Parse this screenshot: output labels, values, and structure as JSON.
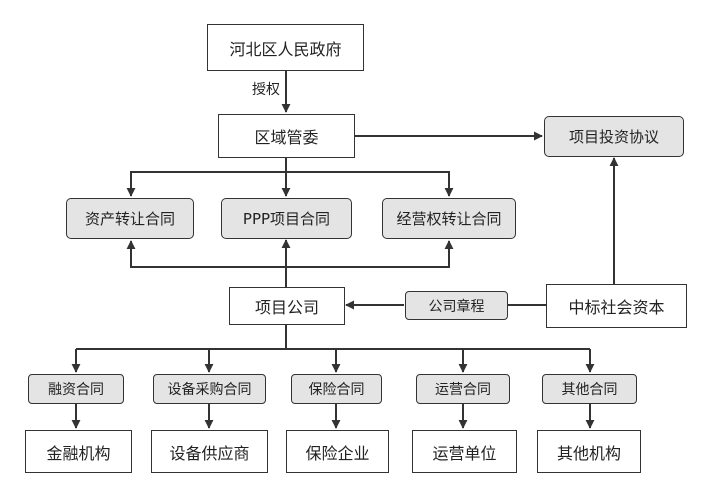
{
  "nodes": {
    "gov": "河北区人民政府",
    "committee": "区域管委",
    "investment_agreement": "项目投资协议",
    "asset_transfer": "资产转让合同",
    "ppp_contract": "PPP项目合同",
    "operation_right_transfer": "经营权转让合同",
    "project_company": "项目公司",
    "articles": "公司章程",
    "social_capital": "中标社会资本",
    "financing_contract": "融资合同",
    "equipment_contract": "设备采购合同",
    "insurance_contract": "保险合同",
    "operation_contract": "运营合同",
    "other_contract": "其他合同",
    "financial_institution": "金融机构",
    "equipment_supplier": "设备供应商",
    "insurance_company": "保险企业",
    "operation_unit": "运营单位",
    "other_institution": "其他机构"
  },
  "edge_labels": {
    "authorize": "授权"
  }
}
